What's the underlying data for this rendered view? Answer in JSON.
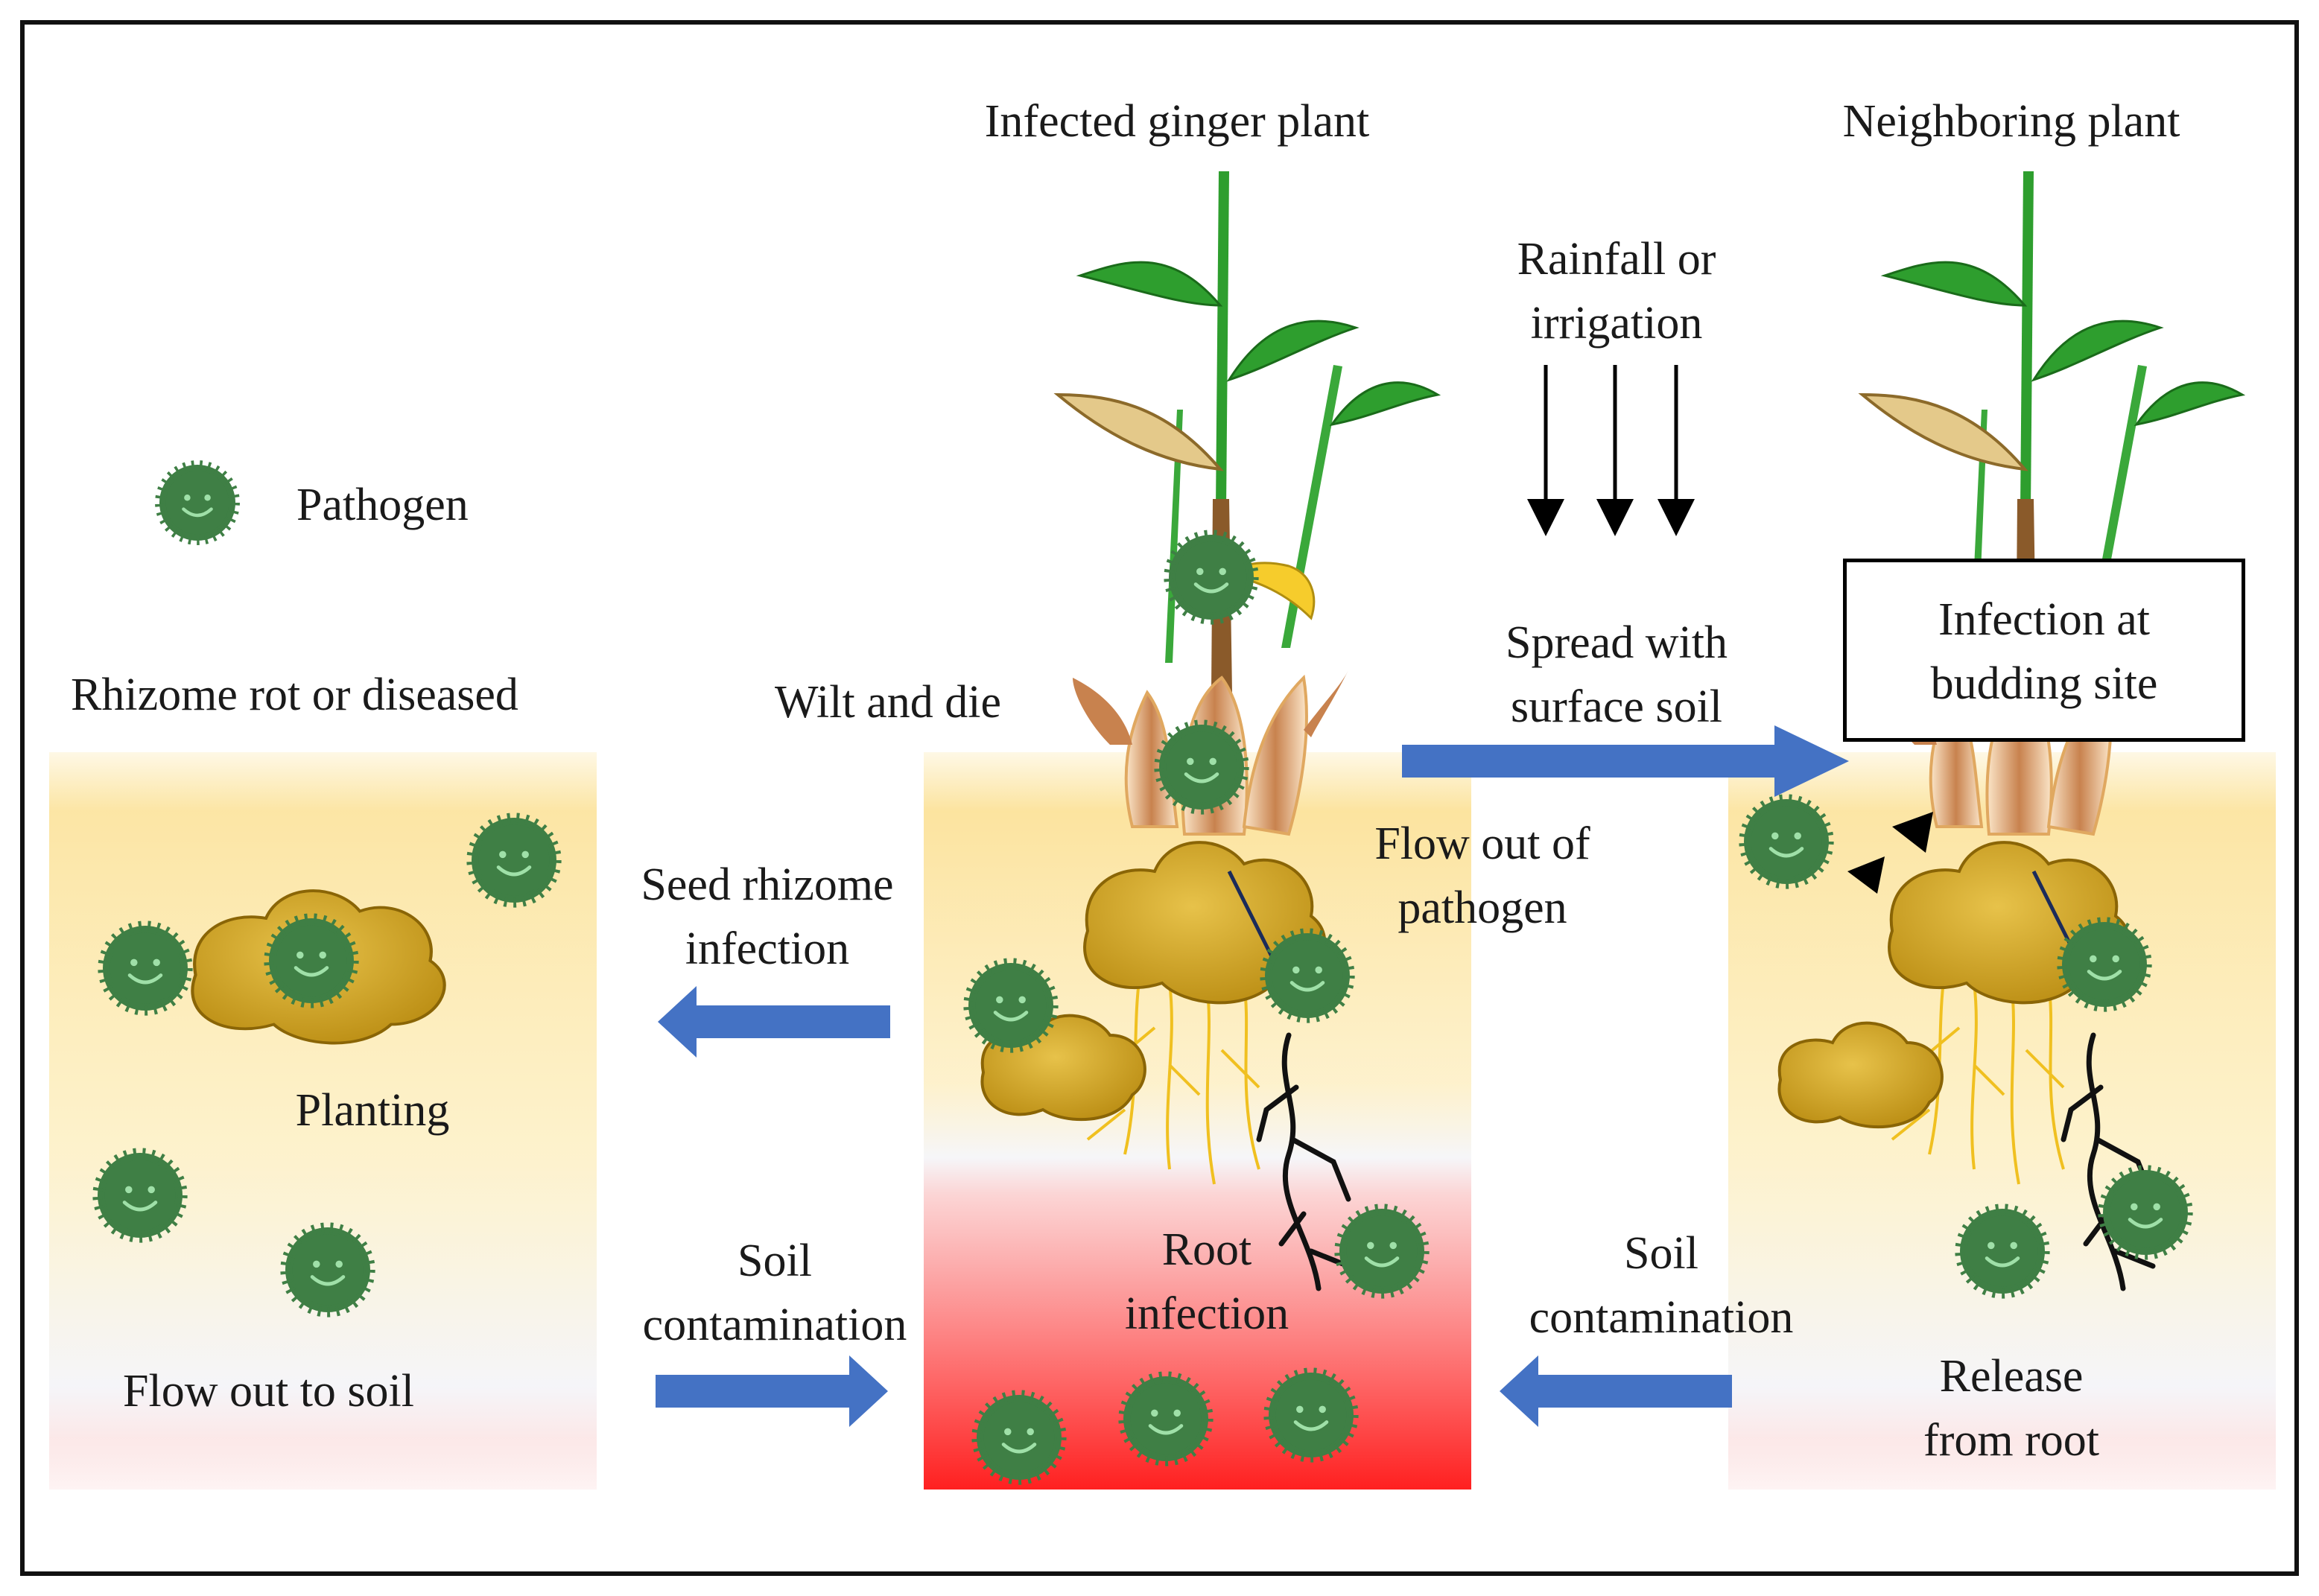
{
  "labels": {
    "infected_plant": "Infected ginger plant",
    "neighboring_plant": "Neighboring plant",
    "rainfall": "Rainfall or\nirrigation",
    "pathogen_legend": "Pathogen",
    "rhizome_rot": "Rhizome rot or diseased",
    "wilt_and_die": "Wilt and die",
    "spread_surface": "Spread with\nsurface soil",
    "infection_budding": "Infection at\nbudding site",
    "seed_rhizome": "Seed rhizome\ninfection",
    "flow_out_pathogen": "Flow out of\npathogen",
    "planting": "Planting",
    "soil_contamination_left": "Soil\ncontamination",
    "soil_contamination_right": "Soil\ncontamination",
    "root_infection": "Root\ninfection",
    "flow_out_soil": "Flow out to soil",
    "release_root": "Release\nfrom root"
  },
  "colors": {
    "pathogen": "#3f7f45",
    "pathogen_face": "#9fe0a8",
    "arrow_blue": "#4472c4",
    "soil_yellow": "#fbe39a",
    "infection_red": "#ff3030",
    "rhizome": "#c89a18",
    "leaf_green": "#2e9e2e"
  },
  "icons": [
    "pathogen-icon",
    "ginger-plant-icon",
    "rhizome-icon",
    "rain-arrow-icon",
    "flow-arrow-icon"
  ]
}
